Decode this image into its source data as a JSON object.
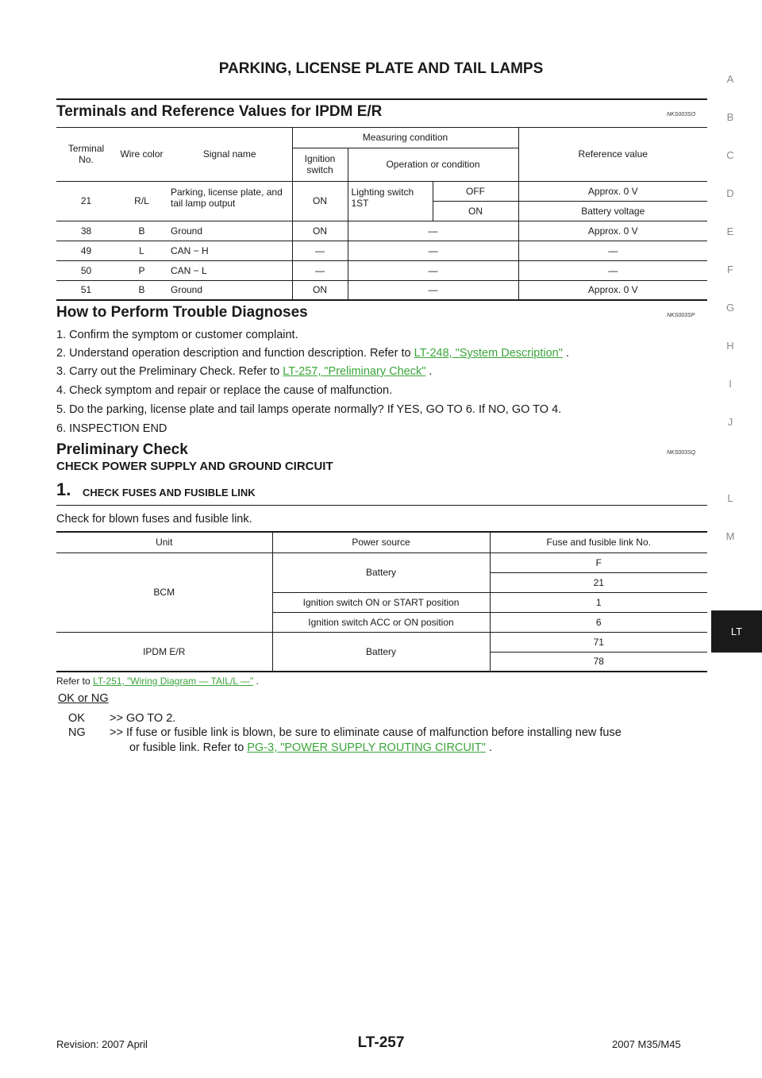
{
  "header": {
    "title": "PARKING, LICENSE PLATE AND TAIL LAMPS"
  },
  "section1": {
    "title": "Terminals and Reference Values for IPDM E/R",
    "code": "NKS003SO",
    "table": {
      "headers": {
        "terminal": "Terminal No.",
        "wire": "Wire color",
        "signal": "Signal name",
        "measuring": "Measuring condition",
        "ignition": "Ignition switch",
        "operation": "Operation or condition",
        "reference": "Reference value"
      },
      "row21": {
        "terminal": "21",
        "wire": "R/L",
        "signal": "Parking, license plate, and tail lamp output",
        "ign": "ON",
        "op": "Lighting switch 1ST",
        "off": "OFF",
        "off_val": "Approx. 0  V",
        "on": "ON",
        "on_val": "Battery voltage"
      },
      "rows": [
        {
          "terminal": "38",
          "wire": "B",
          "signal": "Ground",
          "ign": "ON",
          "op": "—",
          "ref": "Approx. 0  V"
        },
        {
          "terminal": "49",
          "wire": "L",
          "signal": "CAN − H",
          "ign": "—",
          "op": "—",
          "ref": "—"
        },
        {
          "terminal": "50",
          "wire": "P",
          "signal": "CAN − L",
          "ign": "—",
          "op": "—",
          "ref": "—"
        },
        {
          "terminal": "51",
          "wire": "B",
          "signal": "Ground",
          "ign": "ON",
          "op": "—",
          "ref": "Approx. 0  V"
        }
      ]
    }
  },
  "section2": {
    "title": "How to Perform Trouble Diagnoses",
    "code": "NKS003SP",
    "steps": {
      "s1": "1. Confirm the symptom or customer complaint.",
      "s2_text": "2. Understand operation description and function description. Refer to ",
      "s2_link": "LT-248, \"System Description\"",
      "s2_end": " .",
      "s3_text": "3. Carry out the Preliminary Check. Refer to ",
      "s3_link": "LT-257, \"Preliminary Check\"",
      "s3_end": " .",
      "s4": "4. Check symptom and repair or replace the cause of malfunction.",
      "s5": "5. Do the parking, license plate and tail lamps operate normally? If YES, GO TO 6. If NO, GO TO 4.",
      "s6": "6. INSPECTION END"
    }
  },
  "section3": {
    "title": "Preliminary Check",
    "code": "NKS003SQ",
    "subtitle": "CHECK POWER SUPPLY AND GROUND CIRCUIT",
    "step_num": "1.",
    "step_title": "CHECK FUSES AND FUSIBLE LINK",
    "instruction": "Check for blown fuses and fusible link.",
    "table": {
      "headers": {
        "unit": "Unit",
        "power": "Power source",
        "fuse": "Fuse and fusible link No."
      },
      "bcm": "BCM",
      "battery": "Battery",
      "f": "F",
      "f21": "21",
      "ign_start": "Ignition switch ON or START position",
      "ign_start_val": "1",
      "ign_acc": "Ignition switch ACC or ON position",
      "ign_acc_val": "6",
      "ipdm": "IPDM E/R",
      "battery2": "Battery",
      "f71": "71",
      "f78": "78"
    },
    "refer_text": "Refer to ",
    "refer_link": "LT-251, \"Wiring Diagram — TAIL/L —\"",
    "refer_end": " .",
    "ok_ng": "OK or NG",
    "ok_label": "OK",
    "ok_text": ">> GO TO 2.",
    "ng_label": "NG",
    "ng_text1": ">> If fuse or fusible link is blown, be sure to eliminate cause of malfunction before installing new fuse",
    "ng_text2": "or fusible link. Refer to ",
    "ng_link": "PG-3, \"POWER SUPPLY ROUTING CIRCUIT\"",
    "ng_end": " ."
  },
  "side_index": [
    "A",
    "B",
    "C",
    "D",
    "E",
    "F",
    "G",
    "H",
    "I",
    "J",
    "LT",
    "L",
    "M"
  ],
  "footer": {
    "revision": "Revision: 2007 April",
    "page": "LT-257",
    "model": "2007 M35/M45"
  }
}
